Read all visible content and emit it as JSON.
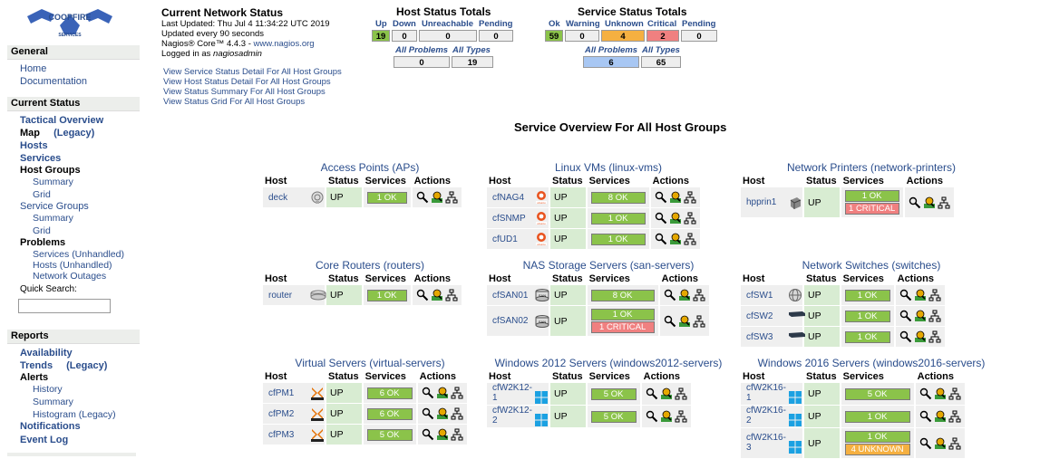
{
  "sidebar": {
    "logo": {
      "text": "COOPFIRE",
      "sub": "SERVICES"
    },
    "general_heading": "General",
    "home": "Home",
    "documentation": "Documentation",
    "current_status_heading": "Current Status",
    "tactical_overview": "Tactical Overview",
    "map": "Map",
    "map_legacy": "(Legacy)",
    "hosts": "Hosts",
    "services": "Services",
    "host_groups": "Host Groups",
    "hg_summary": "Summary",
    "hg_grid": "Grid",
    "service_groups": "Service Groups",
    "sg_summary": "Summary",
    "sg_grid": "Grid",
    "problems": "Problems",
    "prob_services": "Services",
    "prob_services_unhandled": "(Unhandled)",
    "prob_hosts": "Hosts",
    "prob_hosts_unhandled": "(Unhandled)",
    "network_outages": "Network Outages",
    "quick_search_label": "Quick Search:",
    "reports_heading": "Reports",
    "availability": "Availability",
    "trends": "Trends",
    "trends_legacy": "(Legacy)",
    "alerts": "Alerts",
    "alerts_history": "History",
    "alerts_summary": "Summary",
    "alerts_histogram": "Histogram",
    "alerts_histogram_legacy": "(Legacy)",
    "notifications": "Notifications",
    "event_log": "Event Log"
  },
  "info": {
    "title": "Current Network Status",
    "last_updated": "Last Updated: Thu Jul 4 11:34:22 UTC 2019",
    "updated_every": "Updated every 90 seconds",
    "nagios_prefix": "Nagios® Core™ 4.4.3 - ",
    "nagios_link": "www.nagios.org",
    "logged_in_prefix": "Logged in as ",
    "logged_in_user": "nagiosadmin",
    "links": [
      "View Service Status Detail For All Host Groups",
      "View Host Status Detail For All Host Groups",
      "View Status Summary For All Host Groups",
      "View Status Grid For All Host Groups"
    ]
  },
  "host_totals": {
    "title": "Host Status Totals",
    "labels": [
      "Up",
      "Down",
      "Unreachable",
      "Pending"
    ],
    "values": [
      "19",
      "0",
      "0",
      "0"
    ],
    "all_problems_label": "All Problems",
    "all_types_label": "All Types",
    "all_problems": "0",
    "all_types": "19"
  },
  "service_totals": {
    "title": "Service Status Totals",
    "labels": [
      "Ok",
      "Warning",
      "Unknown",
      "Critical",
      "Pending"
    ],
    "values": [
      "59",
      "0",
      "4",
      "2",
      "0"
    ],
    "all_problems_label": "All Problems",
    "all_types_label": "All Types",
    "all_problems": "6",
    "all_types": "65"
  },
  "main_title": "Service Overview For All Host Groups",
  "columns": {
    "host": "Host",
    "status": "Status",
    "services": "Services",
    "actions": "Actions"
  },
  "groups": [
    {
      "title": "Access Points",
      "id": "(APs)",
      "rows": [
        {
          "host": "deck",
          "icon": "access-point-icon",
          "status": "UP",
          "svcs": [
            {
              "t": "1 OK",
              "k": "ok"
            }
          ]
        }
      ]
    },
    {
      "title": "Linux VMs",
      "id": "(linux-vms)",
      "rows": [
        {
          "host": "cfNAG4",
          "icon": "ubuntu-icon",
          "status": "UP",
          "svcs": [
            {
              "t": "8 OK",
              "k": "ok"
            }
          ]
        },
        {
          "host": "cfSNMP",
          "icon": "ubuntu-icon",
          "status": "UP",
          "svcs": [
            {
              "t": "1 OK",
              "k": "ok"
            }
          ]
        },
        {
          "host": "cfUD1",
          "icon": "ubuntu-icon",
          "status": "UP",
          "svcs": [
            {
              "t": "1 OK",
              "k": "ok"
            }
          ]
        }
      ]
    },
    {
      "title": "Network Printers",
      "id": "(network-printers)",
      "rows": [
        {
          "host": "hpprin1",
          "icon": "printer-icon",
          "status": "UP",
          "svcs": [
            {
              "t": "1 OK",
              "k": "ok"
            },
            {
              "t": "1 CRITICAL",
              "k": "crit"
            }
          ]
        }
      ]
    },
    {
      "title": "Core Routers",
      "id": "(routers)",
      "rows": [
        {
          "host": "router",
          "icon": "router-icon",
          "status": "UP",
          "svcs": [
            {
              "t": "1 OK",
              "k": "ok"
            }
          ]
        }
      ]
    },
    {
      "title": "NAS Storage Servers",
      "id": "(san-servers)",
      "rows": [
        {
          "host": "cfSAN01",
          "icon": "san-icon",
          "status": "UP",
          "svcs": [
            {
              "t": "8 OK",
              "k": "ok"
            }
          ]
        },
        {
          "host": "cfSAN02",
          "icon": "san-icon",
          "status": "UP",
          "svcs": [
            {
              "t": "1 OK",
              "k": "ok"
            },
            {
              "t": "1 CRITICAL",
              "k": "crit"
            }
          ]
        }
      ]
    },
    {
      "title": "Network Switches",
      "id": "(switches)",
      "rows": [
        {
          "host": "cfSW1",
          "icon": "switch-globe-icon",
          "status": "UP",
          "svcs": [
            {
              "t": "1 OK",
              "k": "ok"
            }
          ]
        },
        {
          "host": "cfSW2",
          "icon": "switch-icon",
          "status": "UP",
          "svcs": [
            {
              "t": "1 OK",
              "k": "ok"
            }
          ]
        },
        {
          "host": "cfSW3",
          "icon": "switch-icon",
          "status": "UP",
          "svcs": [
            {
              "t": "1 OK",
              "k": "ok"
            }
          ]
        }
      ]
    },
    {
      "title": "Virtual Servers",
      "id": "(virtual-servers)",
      "rows": [
        {
          "host": "cfPM1",
          "icon": "proxmox-icon",
          "status": "UP",
          "svcs": [
            {
              "t": "6 OK",
              "k": "ok"
            }
          ]
        },
        {
          "host": "cfPM2",
          "icon": "proxmox-icon",
          "status": "UP",
          "svcs": [
            {
              "t": "6 OK",
              "k": "ok"
            }
          ]
        },
        {
          "host": "cfPM3",
          "icon": "proxmox-icon",
          "status": "UP",
          "svcs": [
            {
              "t": "5 OK",
              "k": "ok"
            }
          ]
        }
      ]
    },
    {
      "title": "Windows 2012 Servers",
      "id": "(windows2012-servers)",
      "rows": [
        {
          "host": "cfW2K12-1",
          "icon": "windows-icon",
          "status": "UP",
          "svcs": [
            {
              "t": "5 OK",
              "k": "ok"
            }
          ]
        },
        {
          "host": "cfW2K12-2",
          "icon": "windows-icon",
          "status": "UP",
          "svcs": [
            {
              "t": "5 OK",
              "k": "ok"
            }
          ]
        }
      ]
    },
    {
      "title": "Windows 2016 Servers",
      "id": "(windows2016-servers)",
      "rows": [
        {
          "host": "cfW2K16-1",
          "icon": "windows-icon",
          "status": "UP",
          "svcs": [
            {
              "t": "5 OK",
              "k": "ok"
            }
          ]
        },
        {
          "host": "cfW2K16-2",
          "icon": "windows-icon",
          "status": "UP",
          "svcs": [
            {
              "t": "1 OK",
              "k": "ok"
            }
          ]
        },
        {
          "host": "cfW2K16-3",
          "icon": "windows-icon",
          "status": "UP",
          "svcs": [
            {
              "t": "1 OK",
              "k": "ok"
            },
            {
              "t": "4 UNKNOWN",
              "k": "unk"
            }
          ]
        }
      ]
    }
  ]
}
